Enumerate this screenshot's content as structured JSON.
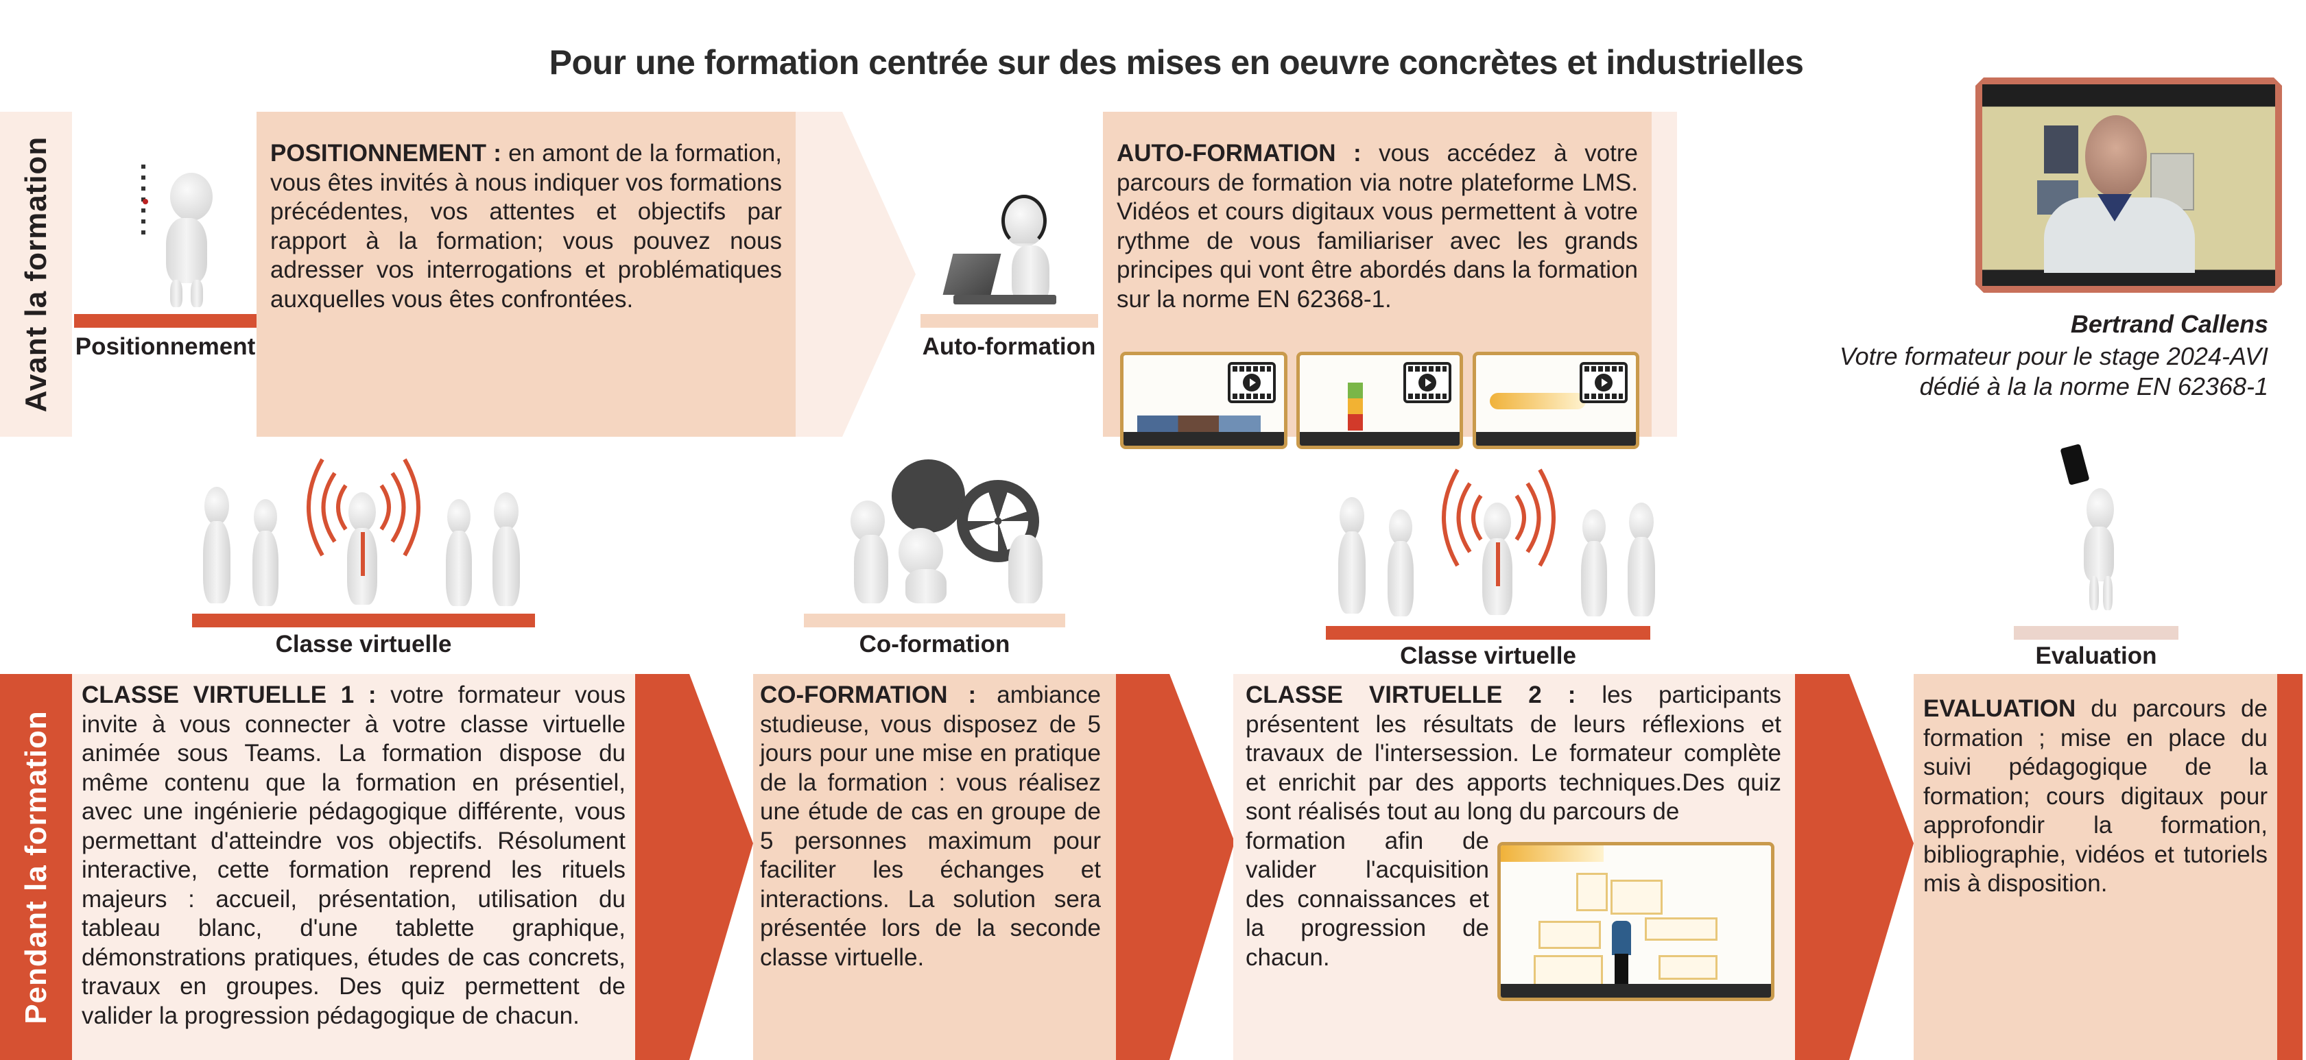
{
  "title": "Pour une formation centrée sur des mises en oeuvre concrètes et industrielles",
  "phases": {
    "before": "Avant la formation",
    "during": "Pendant la formation"
  },
  "colors": {
    "accent_red": "#d65132",
    "peach": "#f5d6c1",
    "pale": "#fbede6",
    "thumb_border": "#c99a4c",
    "photo_frame": "#c8705a"
  },
  "steps": {
    "positionnement": {
      "label": "Positionnement",
      "heading": "POSITIONNEMENT :",
      "text": " en amont de la formation, vous êtes invités à nous indiquer vos formations précédentes, vos attentes et objectifs par rapport à la formation; vous pouvez nous adresser vos interrogations et problématiques auxquelles vous êtes confrontées."
    },
    "auto_formation": {
      "label": "Auto-formation",
      "heading": "AUTO-FORMATION :",
      "text": " vous accédez à votre parcours de formation via notre plateforme LMS. Vidéos et cours digitaux vous permettent à votre rythme de vous familiariser avec les grands principes qui vont être abordés dans la formation sur la norme EN 62368-1.",
      "videos": [
        "video-thumbnail-1",
        "video-thumbnail-2",
        "video-thumbnail-3"
      ]
    },
    "classe_virtuelle_1": {
      "label": "Classe virtuelle",
      "heading": "CLASSE VIRTUELLE 1 :",
      "text": " votre formateur vous invite à vous connecter à votre classe virtuelle animée sous Teams. La formation dispose du même contenu que la formation en présentiel, avec une ingénierie pédagogique différente, vous permettant d'atteindre vos objectifs. Résolument interactive, cette formation reprend les rituels majeurs : accueil, présentation, utilisation du tableau blanc, d'une tablette graphique, démonstrations pratiques, études de cas concrets, travaux en groupes. Des quiz permettent de valider la progression pédagogique de chacun."
    },
    "co_formation": {
      "label": "Co-formation",
      "heading": "CO-FORMATION :",
      "text": " ambiance studieuse, vous disposez de 5 jours pour une mise en pratique de la formation : vous réalisez une étude de cas en groupe de 5 personnes maximum pour faciliter les échanges et interactions. La solution sera présentée lors de la seconde classe virtuelle."
    },
    "classe_virtuelle_2": {
      "label": "Classe virtuelle",
      "heading": "CLASSE VIRTUELLE 2 :",
      "text_top": " les participants présentent les résultats de leurs réflexions et travaux de l'intersession. Le formateur complète et enrichit par des apports techniques.Des quiz sont réalisés tout au long du parcours de",
      "text_side": "formation afin de valider l'acquisition des connaissances et la progression de chacun."
    },
    "evaluation": {
      "label": "Evaluation",
      "heading": "EVALUATION",
      "text": " du parcours de formation ; mise en place du suivi pédagogique de la formation; cours digitaux pour approfondir la formation, bibliographie, vidéos et tutoriels mis à disposition."
    }
  },
  "trainer": {
    "name": "Bertrand Callens",
    "role_line1": "Votre formateur pour le stage 2024-AVI",
    "role_line2": "dédié à la la norme EN 62368-1"
  }
}
